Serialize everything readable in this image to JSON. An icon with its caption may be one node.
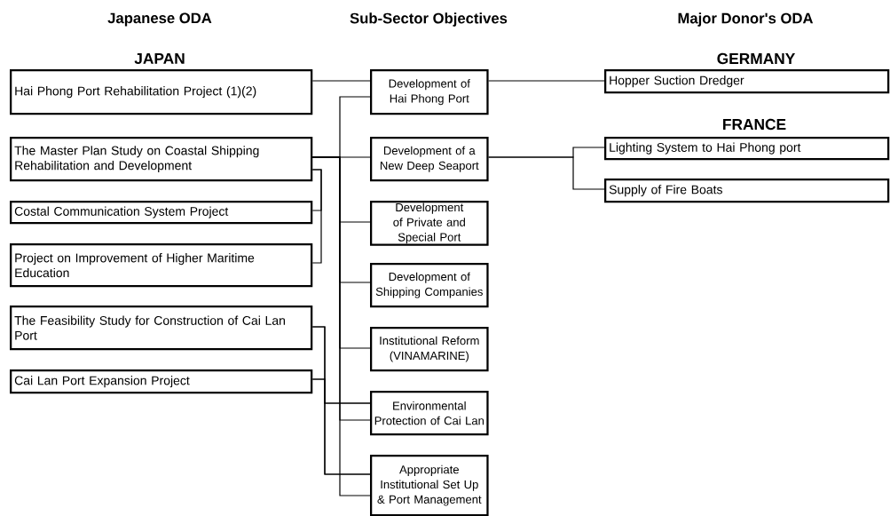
{
  "diagram": {
    "nodes": [
      {
        "text": [
          "Hai Phong Port Rehabilitation Project (1)(2)"
        ]
      },
      {
        "text": [
          "The Master Plan Study on Coastal Shipping Rehabilitation and Development"
        ]
      },
      {
        "text": [
          "Costal Communication System Project"
        ]
      },
      {
        "text": [
          "Project on Improvement of Higher Maritime Education"
        ]
      },
      {
        "text": [
          "The Feasibility Study for Construction of Cai Lan Port"
        ]
      },
      {
        "text": [
          "Cai Lan Port Expansion Project"
        ]
      },
      {
        "text": [
          "Development of Hai Phong Port"
        ]
      },
      {
        "text": [
          "Development of a New Deep Seaport"
        ]
      },
      {
        "text": [
          "Development of Private and Special Port"
        ]
      },
      {
        "text": [
          "Development of Shipping Companies"
        ]
      },
      {
        "text": [
          "Institutional Reform (VINAMARINE)"
        ]
      },
      {
        "text": [
          "Environmental Protection of Cai Lan"
        ]
      },
      {
        "text": [
          "Appropriate Institutional Set Up & Port Management"
        ]
      },
      {
        "text": [
          "Hopper Suction Dredger"
        ]
      },
      {
        "text": [
          "Lighting System to Hai Phong port"
        ]
      },
      {
        "text": [
          "Supply of Fire Boats"
        ]
      }
    ],
    "edges": [
      {
        "from": 0,
        "to": 6,
        "arrow": "none"
      },
      {
        "from": 1,
        "to": 7,
        "arrow": "none"
      },
      {
        "from": 1,
        "to": 6,
        "arrow": "none"
      },
      {
        "from": 1,
        "to": 8,
        "arrow": "none"
      },
      {
        "from": 1,
        "to": 9,
        "arrow": "none"
      },
      {
        "from": 1,
        "to": 10,
        "arrow": "none"
      },
      {
        "from": 1,
        "to": 11,
        "arrow": "none"
      },
      {
        "from": 1,
        "to": 12,
        "arrow": "none"
      },
      {
        "from": 2,
        "to": 1,
        "arrow": "none"
      },
      {
        "from": 3,
        "to": 1,
        "arrow": "none"
      },
      {
        "from": 4,
        "to": 11,
        "arrow": "none"
      },
      {
        "from": 4,
        "to": 12,
        "arrow": "none"
      },
      {
        "from": 5,
        "to": 11,
        "arrow": "none"
      },
      {
        "from": 5,
        "to": 12,
        "arrow": "none"
      },
      {
        "from": 6,
        "to": 13,
        "arrow": "none"
      },
      {
        "from": 7,
        "to": 14,
        "arrow": "none"
      },
      {
        "from": 7,
        "to": 15,
        "arrow": "none"
      }
    ],
    "labels": [
      "Japanese ODA",
      "Sub-Sector Objectives",
      "Major Donor's ODA",
      "JAPAN",
      "GERMANY",
      "FRANCE"
    ]
  }
}
